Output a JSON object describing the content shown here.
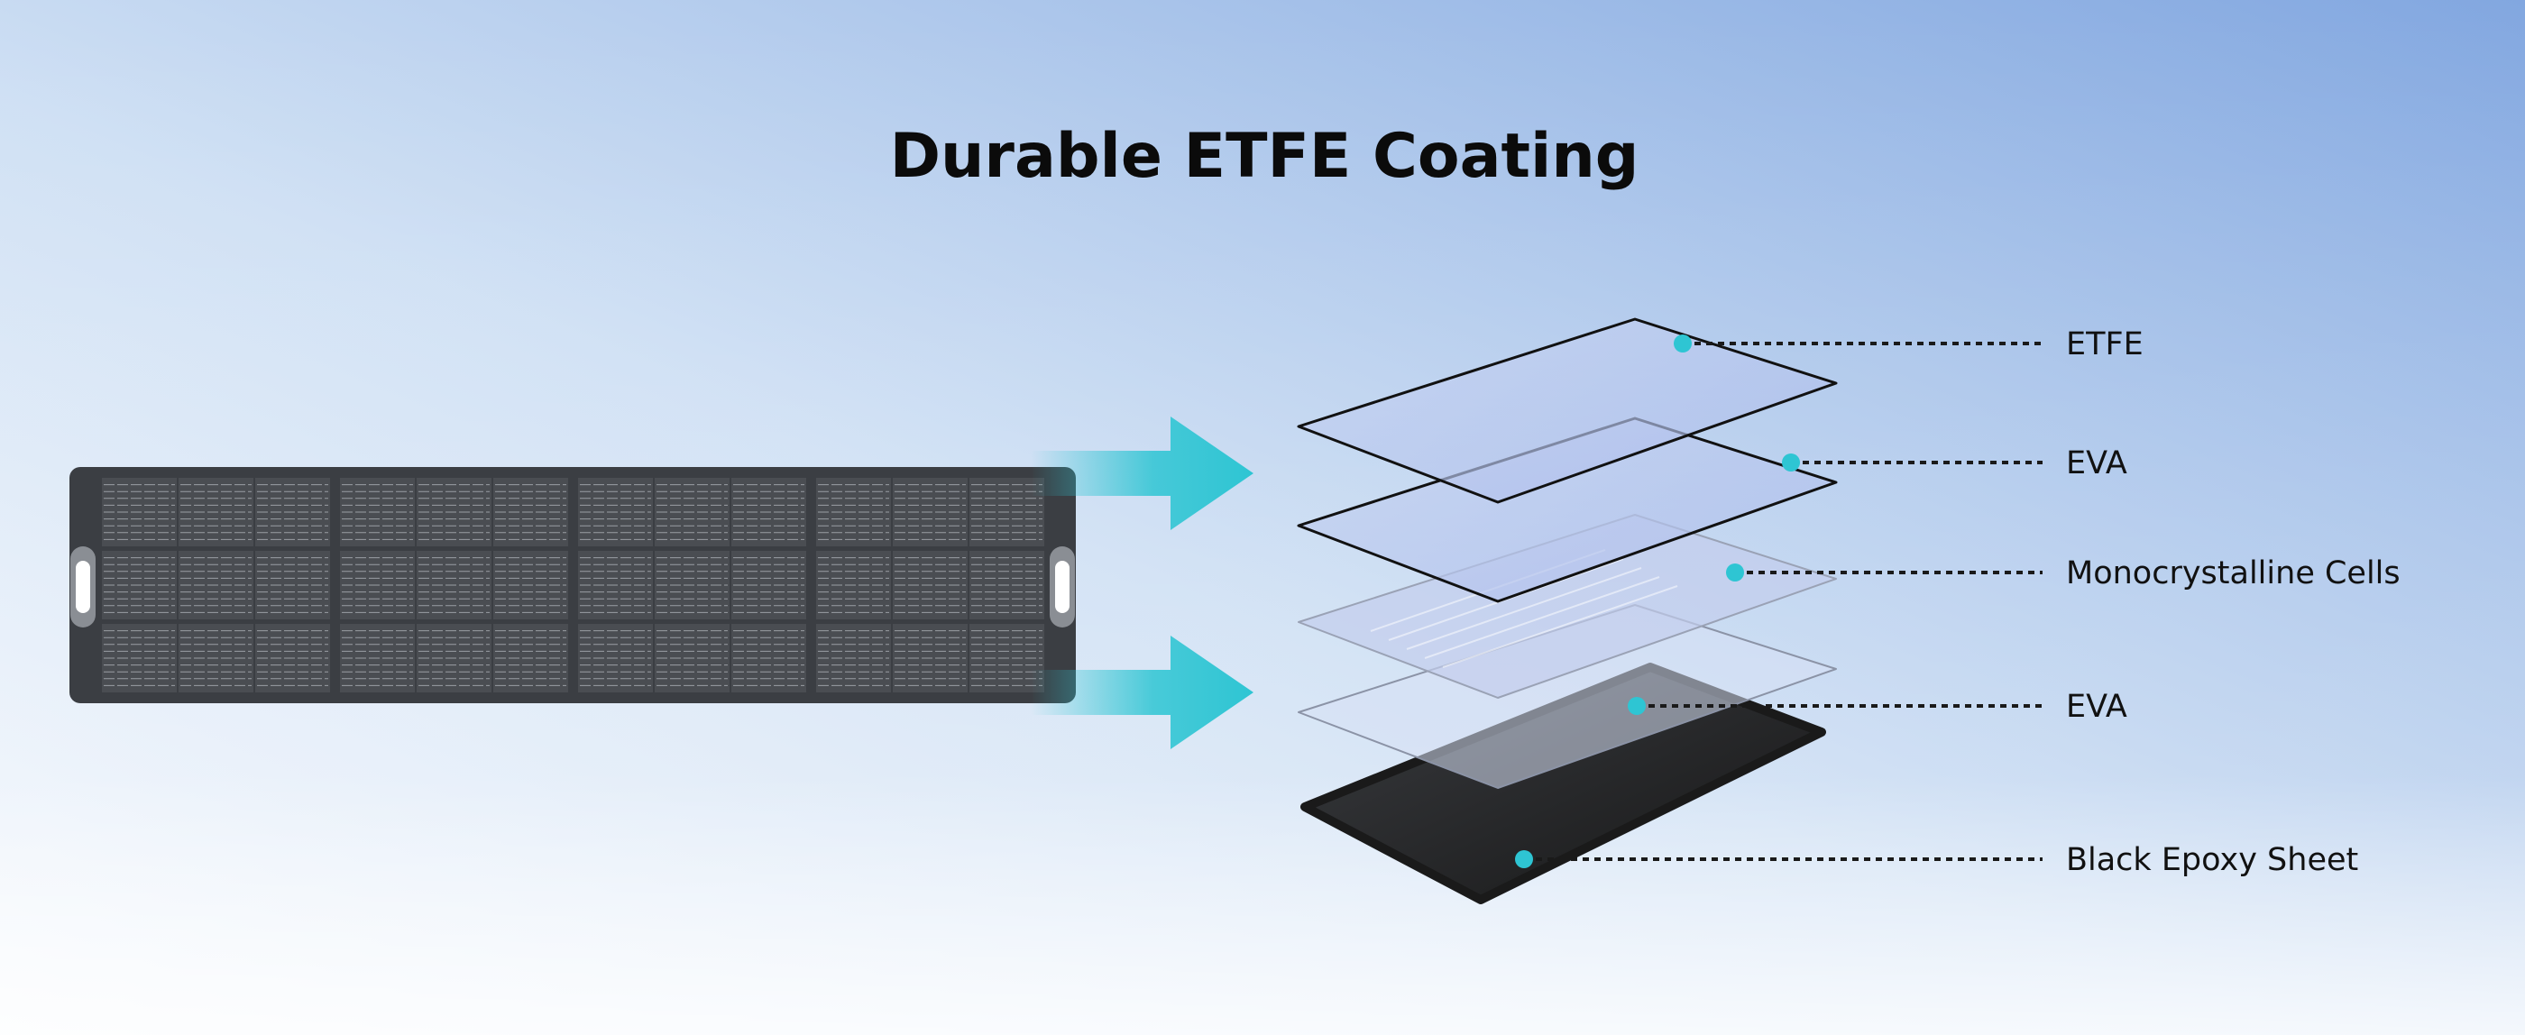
{
  "title": "Durable ETFE Coating",
  "colors": {
    "accent": "#2ec5d3",
    "sky_top": "#86a9e0",
    "sky_bottom": "#f4f8fd",
    "panel": "#3a3d42"
  },
  "layers": [
    {
      "label": "ETFE"
    },
    {
      "label": "EVA"
    },
    {
      "label": "Monocrystalline Cells"
    },
    {
      "label": "EVA"
    },
    {
      "label": "Black Epoxy Sheet"
    }
  ]
}
